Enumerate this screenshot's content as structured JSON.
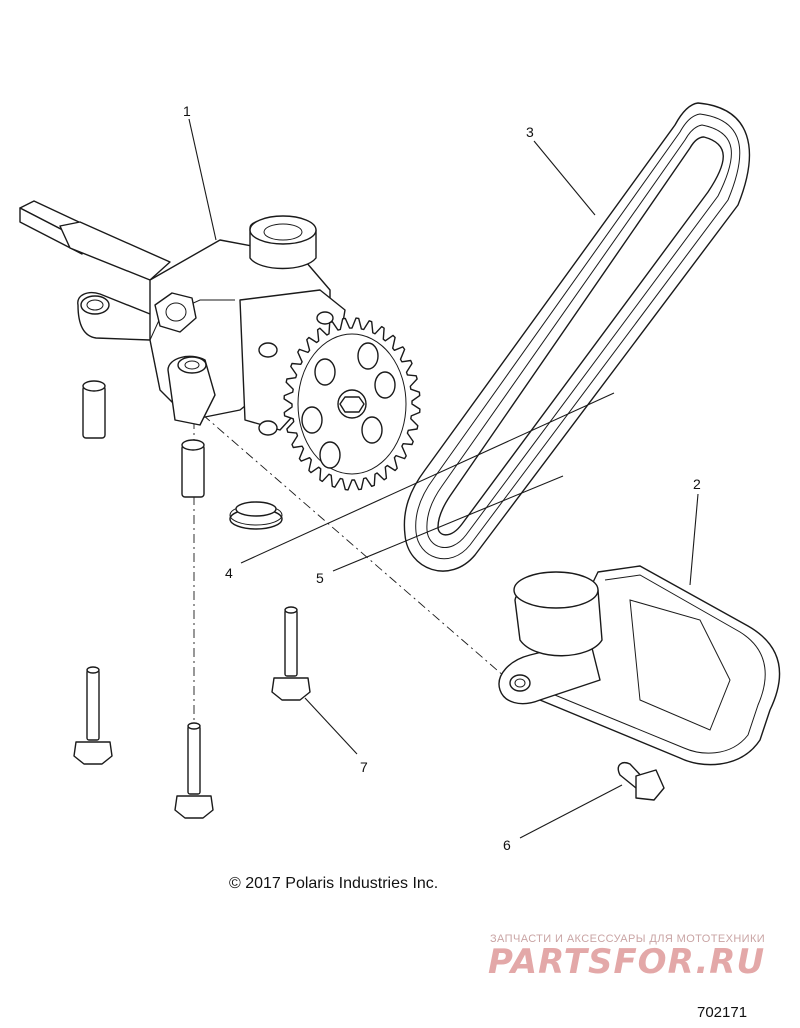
{
  "diagram": {
    "callouts": [
      "1",
      "2",
      "3",
      "4",
      "5",
      "6",
      "7"
    ],
    "copyright": "© 2017 Polaris Industries Inc.",
    "watermark": {
      "tagline": "ЗАПЧАСТИ И АКСЕССУАРЫ ДЛЯ МОТОТЕХНИКИ",
      "logo": "PARTSFOR.RU"
    },
    "figure_id": "702171"
  },
  "colors": {
    "line": "#1a1a1a",
    "watermark": "#e3a8a8"
  }
}
